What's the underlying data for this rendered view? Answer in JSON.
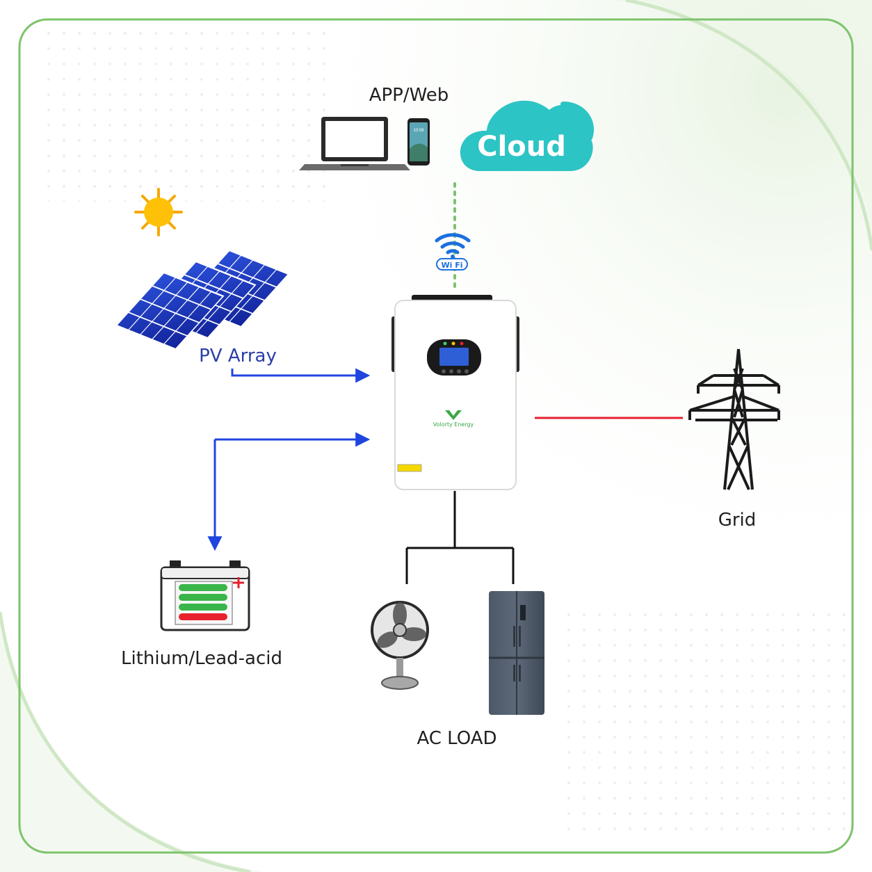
{
  "labels": {
    "app_web": "APP/Web",
    "cloud": "Cloud",
    "wifi": "Wi Fi",
    "pv_array": "PV Array",
    "grid": "Grid",
    "battery": "Lithium/Lead-acid",
    "ac_load": "AC LOAD",
    "brand": "Volorty Energy",
    "phone_time": "10:09"
  },
  "colors": {
    "frame_green": "#7cc36b",
    "pv_flow": "#1f45e0",
    "grid_line": "#e8202e",
    "wifi_dots": "#7cc36b",
    "cloud": "#2cc4c4",
    "wifi": "#1c6fe0"
  }
}
